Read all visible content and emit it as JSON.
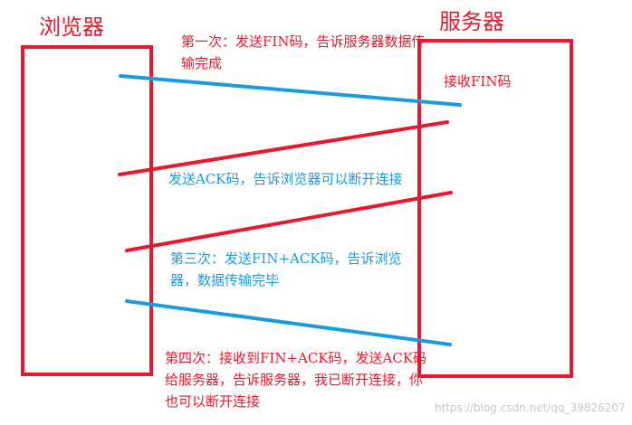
{
  "browser": {
    "title": "浏览器"
  },
  "server": {
    "title": "服务器"
  },
  "steps": {
    "first": "第一次：发送FIN码，告诉服务器数据传输完成",
    "server_receive": "接收FIN码",
    "second": "发送ACK码，告诉浏览器可以断开连接",
    "third": "第三次：发送FIN+ACK码，告诉浏览器，数据传输完毕",
    "fourth": "第四次：接收到FIN+ACK码，发送ACK码给服务器，告诉服务器，我已断开连接，你也可以断开连接"
  },
  "watermark": "https://blog.csdn.net/qq_39826207",
  "colors": {
    "red": "#e8192c",
    "blue": "#1a9be0"
  }
}
